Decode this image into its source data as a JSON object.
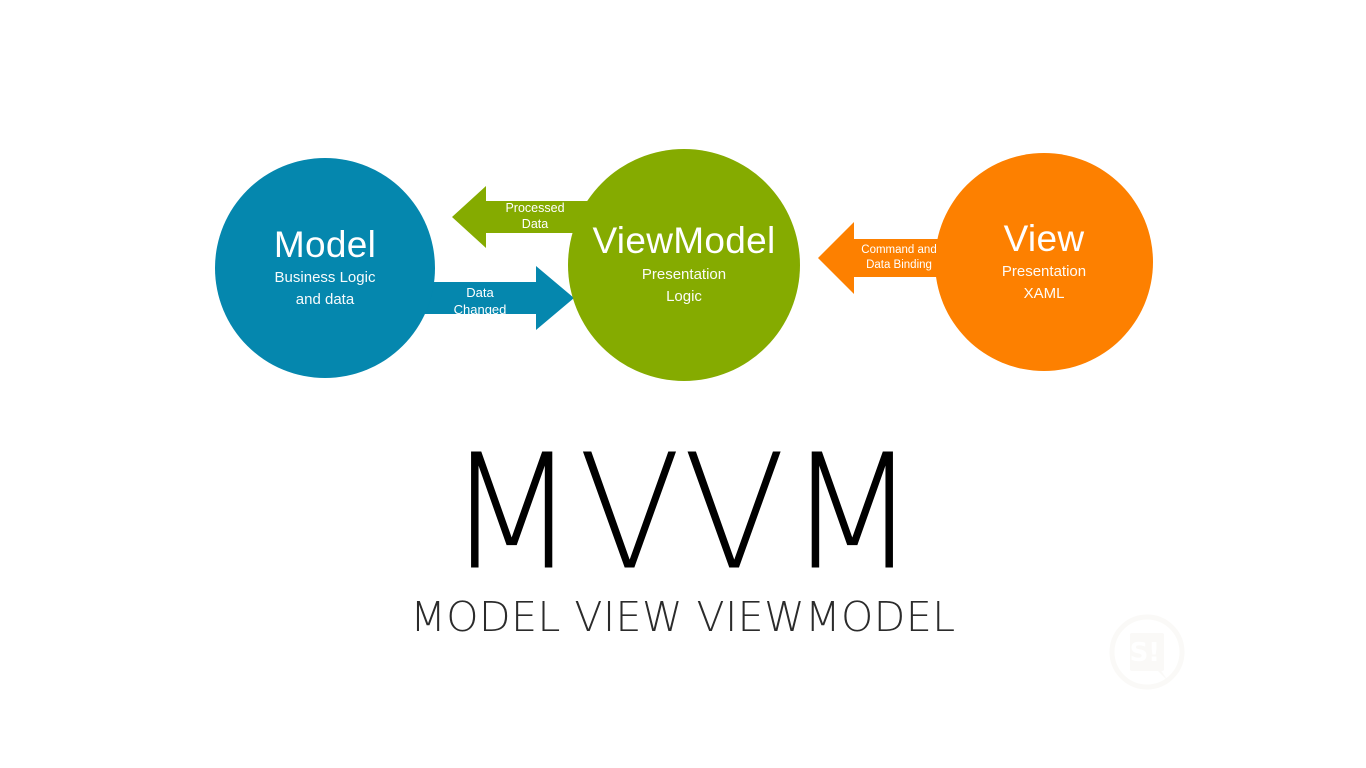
{
  "diagram": {
    "title": "MVVM",
    "subtitle": "MODEL VIEW VIEWMODEL",
    "colors": {
      "model": "#0587AE",
      "viewmodel": "#85AB00",
      "view": "#FD8000",
      "background": "#FFFFFF",
      "wordmark": "#000000"
    },
    "nodes": [
      {
        "id": "model",
        "title": "Model",
        "subtitle_line1": "Business Logic",
        "subtitle_line2": "and data",
        "color": "#0587AE"
      },
      {
        "id": "viewmodel",
        "title": "ViewModel",
        "subtitle_line1": "Presentation",
        "subtitle_line2": "Logic",
        "color": "#85AB00"
      },
      {
        "id": "view",
        "title": "View",
        "subtitle_line1": "Presentation",
        "subtitle_line2": "XAML",
        "color": "#FD8000"
      }
    ],
    "arrows": [
      {
        "id": "processed-data",
        "label_line1": "Processed",
        "label_line2": "Data",
        "from": "viewmodel",
        "to": "model",
        "direction": "left",
        "color": "#85AB00"
      },
      {
        "id": "data-changed",
        "label_line1": "Data",
        "label_line2": "Changed",
        "from": "model",
        "to": "viewmodel",
        "direction": "right",
        "color": "#0587AE"
      },
      {
        "id": "command-binding",
        "label_line1": "Command and",
        "label_line2": "Data Binding",
        "from": "view",
        "to": "viewmodel",
        "direction": "left",
        "color": "#FD8000"
      }
    ],
    "watermark": {
      "text": "S!"
    }
  }
}
